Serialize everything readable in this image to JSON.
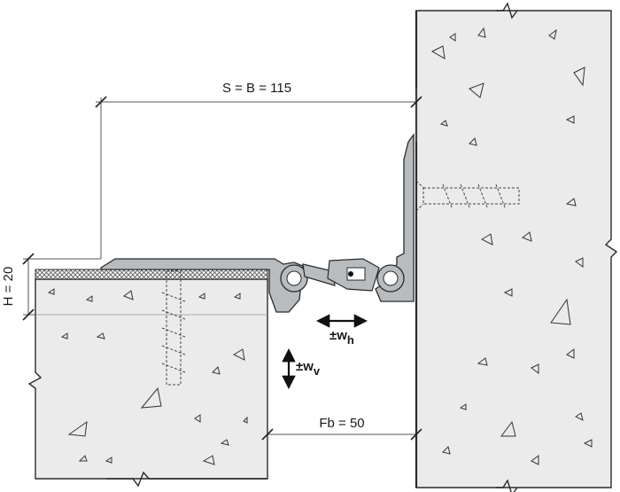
{
  "dimensions": {
    "span_label": "S = B = 115",
    "height_label": "H = 20",
    "gap_label": "Fb = 50"
  },
  "movements": {
    "horizontal": {
      "symbol": "±w",
      "subscript": "h"
    },
    "vertical": {
      "symbol": "±w",
      "subscript": "v"
    }
  },
  "colors": {
    "concrete": "#ebebeb",
    "profile": "#b9bcbf",
    "outline": "#2a2a2a",
    "dim_line": "#555555"
  }
}
